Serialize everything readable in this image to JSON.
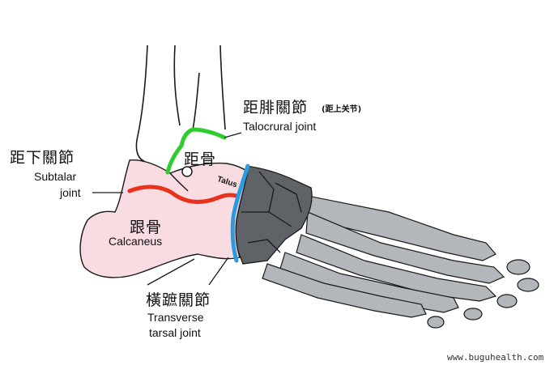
{
  "labels": {
    "talocrural_cn": "距腓關節",
    "talocrural_cn_paren": "(距上关节)",
    "talocrural_en": "Talocrural joint",
    "talus_cn": "距骨",
    "talus_en": "Talus",
    "subtalar_cn": "距下關節",
    "subtalar_en_1": "Subtalar",
    "subtalar_en_2": "joint",
    "calcaneus_cn": "跟骨",
    "calcaneus_en": "Calcaneus",
    "transverse_cn": "橫蹠關節",
    "transverse_en_1": "Transverse",
    "transverse_en_2": "tarsal joint"
  },
  "watermark": "www.buguhealth.com",
  "colors": {
    "talocrural_joint_line": "#2ecc2e",
    "subtalar_joint_line": "#e8321e",
    "transverse_joint_line": "#2a9be0",
    "hindfoot_fill": "#f9dbe2",
    "midfoot_fill": "#5f6266",
    "forefoot_fill": "#b3b6ba",
    "outline": "#1a1a1a"
  }
}
